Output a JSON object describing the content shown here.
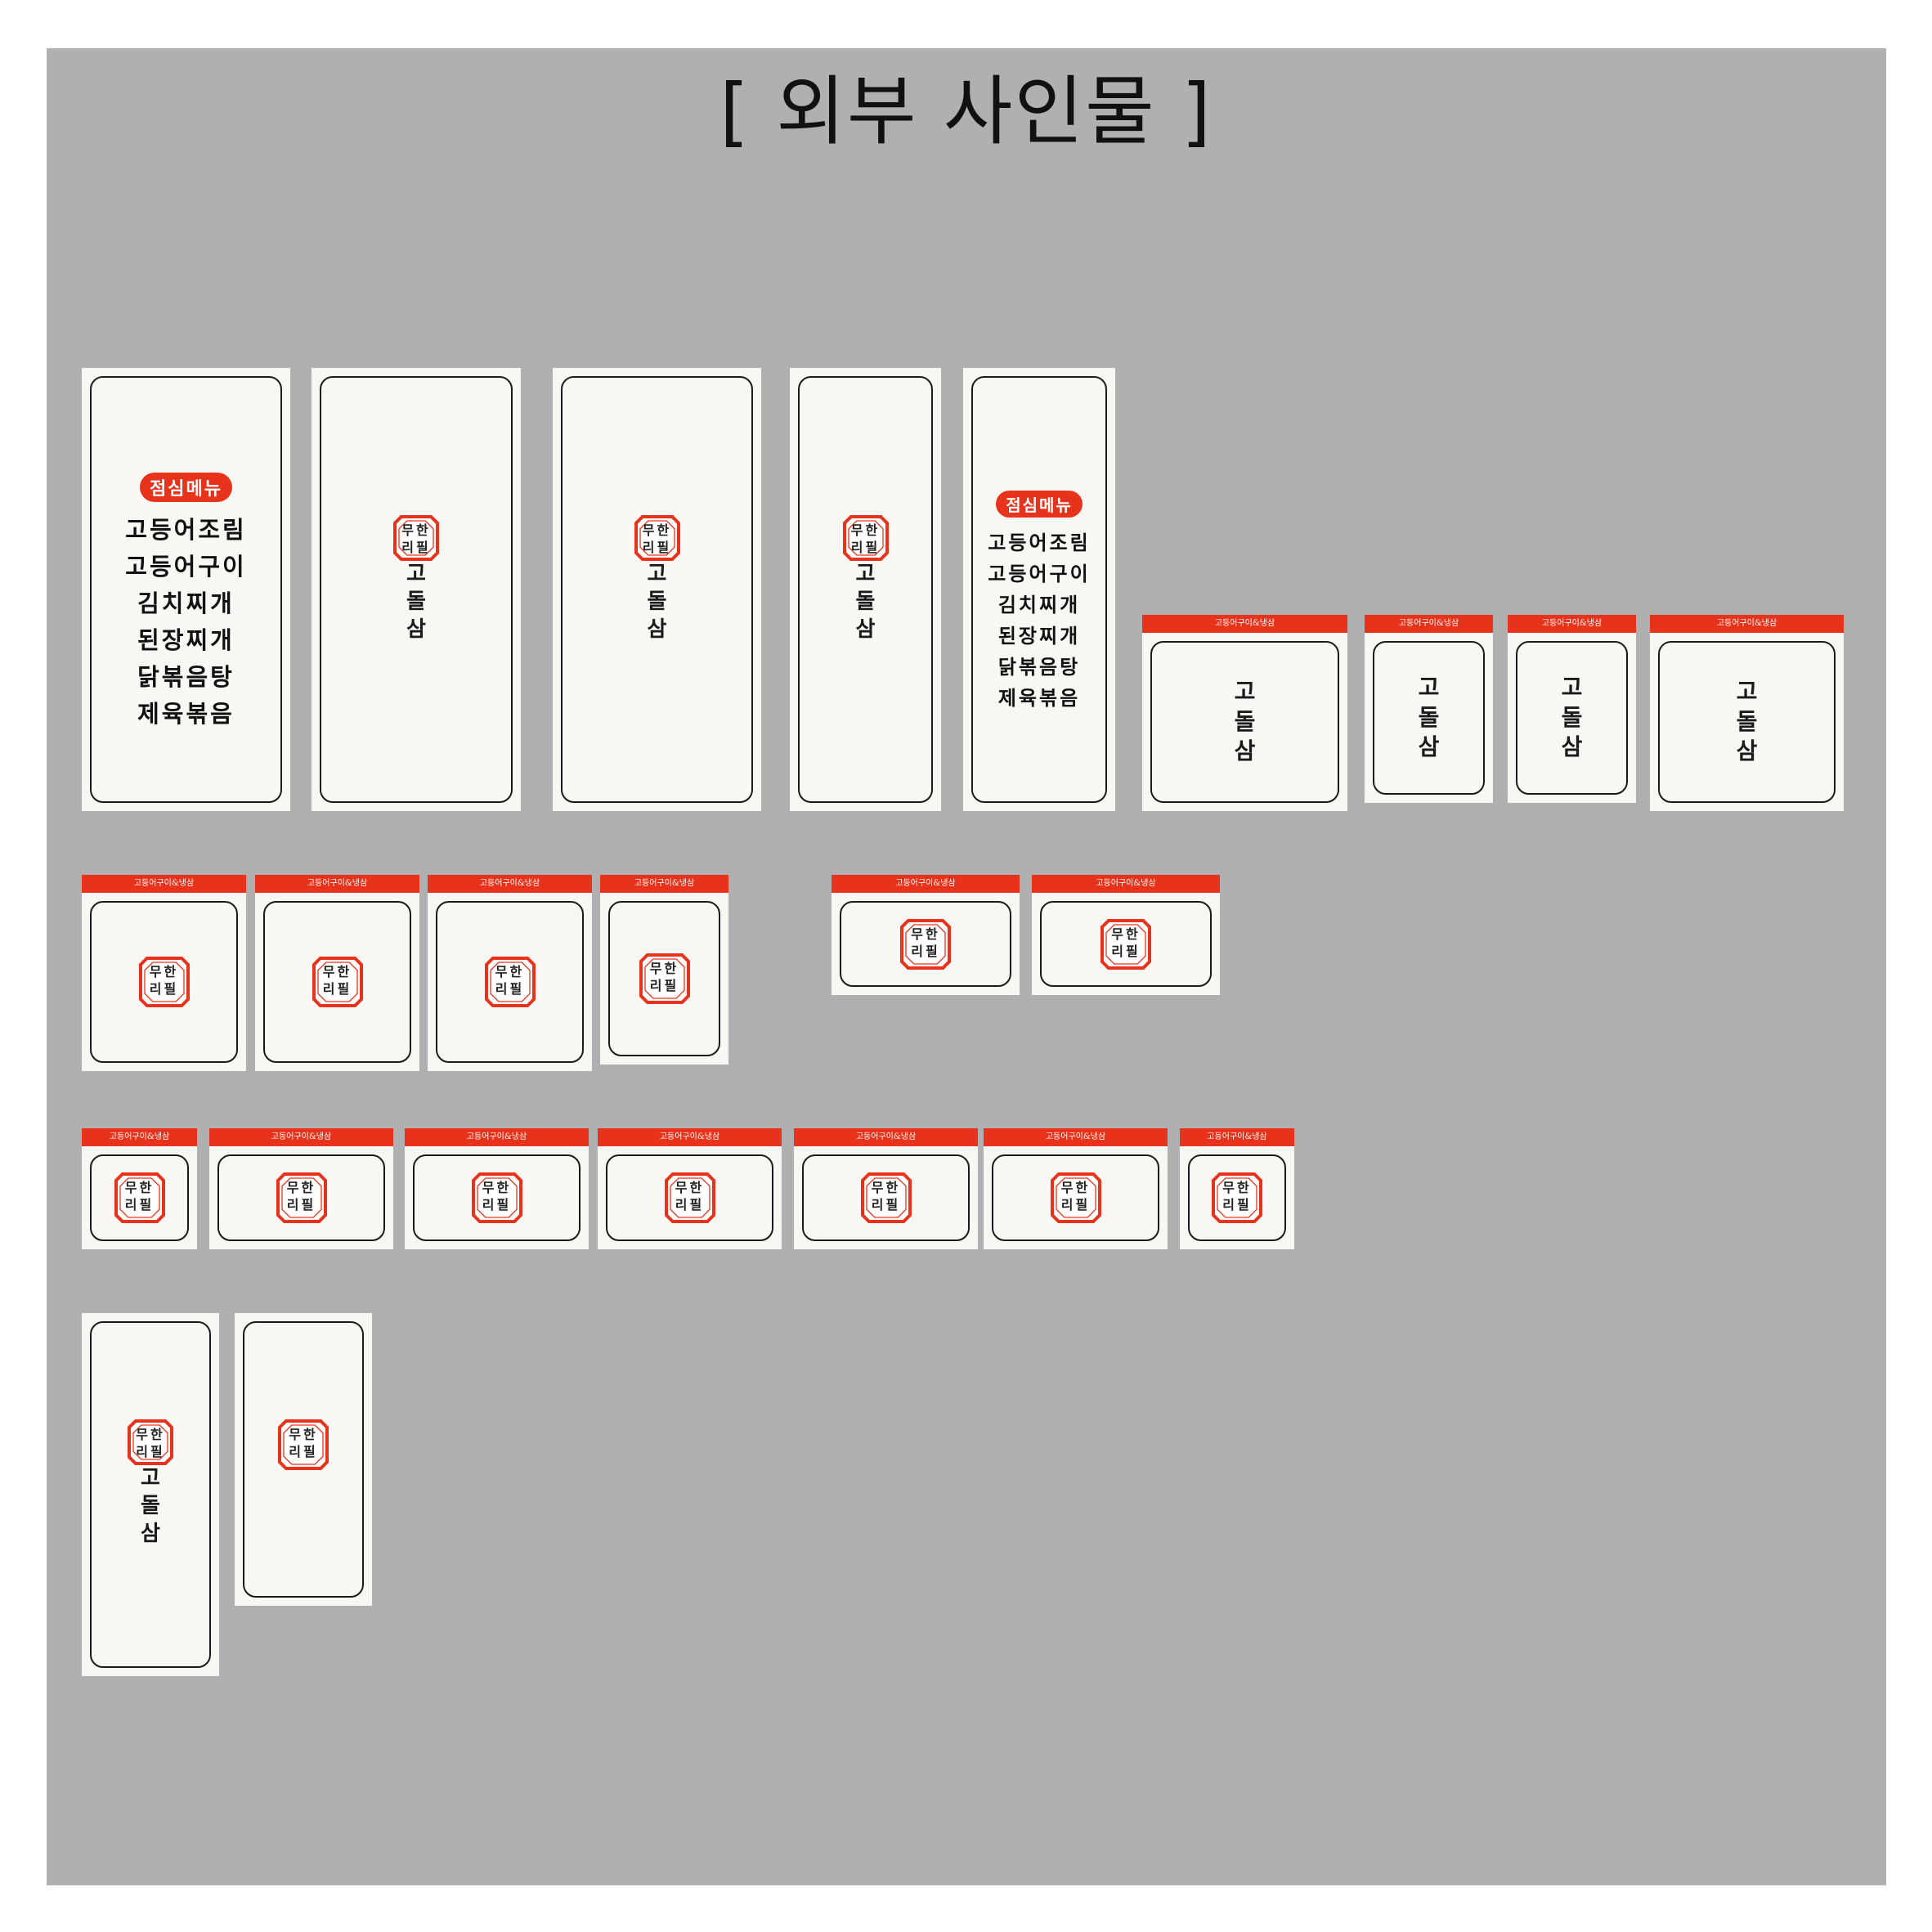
{
  "title": "[ 외부 사인물 ]",
  "brand_name": "고\n돌\n삼",
  "banner_text": "고등어구이&냉삼",
  "badge": {
    "line1": "무한",
    "line2": "리필"
  },
  "lunch_menu": {
    "label": "점심메뉴",
    "items": [
      "고등어조림",
      "고등어구이",
      "김치찌개",
      "된장찌개",
      "닭볶음탕",
      "제육볶음"
    ]
  },
  "colors": {
    "background": "#b0b0b0",
    "sign": "#f8f7f4",
    "accent": "#e8331c",
    "frame": "#1a1a1a"
  }
}
